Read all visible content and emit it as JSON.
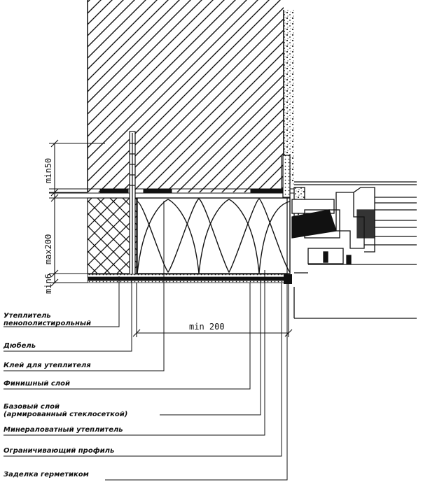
{
  "dimensions": {
    "min50": "min50",
    "max200": "max200",
    "min6": "min6",
    "min200": "min 200"
  },
  "labels": [
    {
      "id": "foam-insulation",
      "lines": [
        "Утеплитель",
        "пенополистирольный"
      ]
    },
    {
      "id": "dowel",
      "lines": [
        "Дюбель"
      ]
    },
    {
      "id": "insulation-glue",
      "lines": [
        "Клей для утеплителя"
      ]
    },
    {
      "id": "finish-layer",
      "lines": [
        "Финишный слой"
      ]
    },
    {
      "id": "base-layer",
      "lines": [
        "Базовый слой",
        "(армированный стеклосеткой)"
      ]
    },
    {
      "id": "mineral-wool",
      "lines": [
        "Минераловатный утеплитель"
      ]
    },
    {
      "id": "limiting-profile",
      "lines": [
        "Ограничивающий профиль"
      ]
    },
    {
      "id": "sealant",
      "lines": [
        "Заделка герметиком"
      ]
    }
  ],
  "colors": {
    "ink": "#111111",
    "paper": "#ffffff"
  }
}
